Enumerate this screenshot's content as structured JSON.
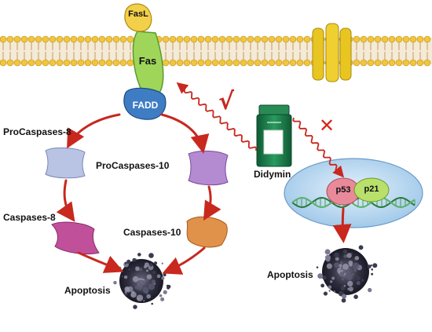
{
  "labels": {
    "fasl": "FasL",
    "fas": "Fas",
    "fadd": "FADD",
    "procaspase8": "ProCaspases-8",
    "procaspase10": "ProCaspases-10",
    "caspase8": "Caspases-8",
    "caspase10": "Caspases-10",
    "apoptosis_left": "Apoptosis",
    "apoptosis_right": "Apoptosis",
    "didymin": "Didymin",
    "p53": "p53",
    "p21": "p21"
  },
  "marks": {
    "check": "√",
    "cross": "✕"
  },
  "colors": {
    "arrow_red": "#c8281e",
    "membrane_head": "#f2c53d",
    "membrane_tail": "#c9a97a",
    "fas_green": "#9fd65a",
    "fadd_blue": "#3e7dc4",
    "procasp8": "#b9c4e4",
    "procasp10": "#b48ad0",
    "casp8": "#c0509a",
    "casp10": "#e0924a",
    "bottle_green": "#1f7a4a",
    "nucleus": "#bcd8f0",
    "p53_pink": "#e88a9a",
    "p21_green": "#b8e06a",
    "channel_yellow": "#e8c520"
  }
}
